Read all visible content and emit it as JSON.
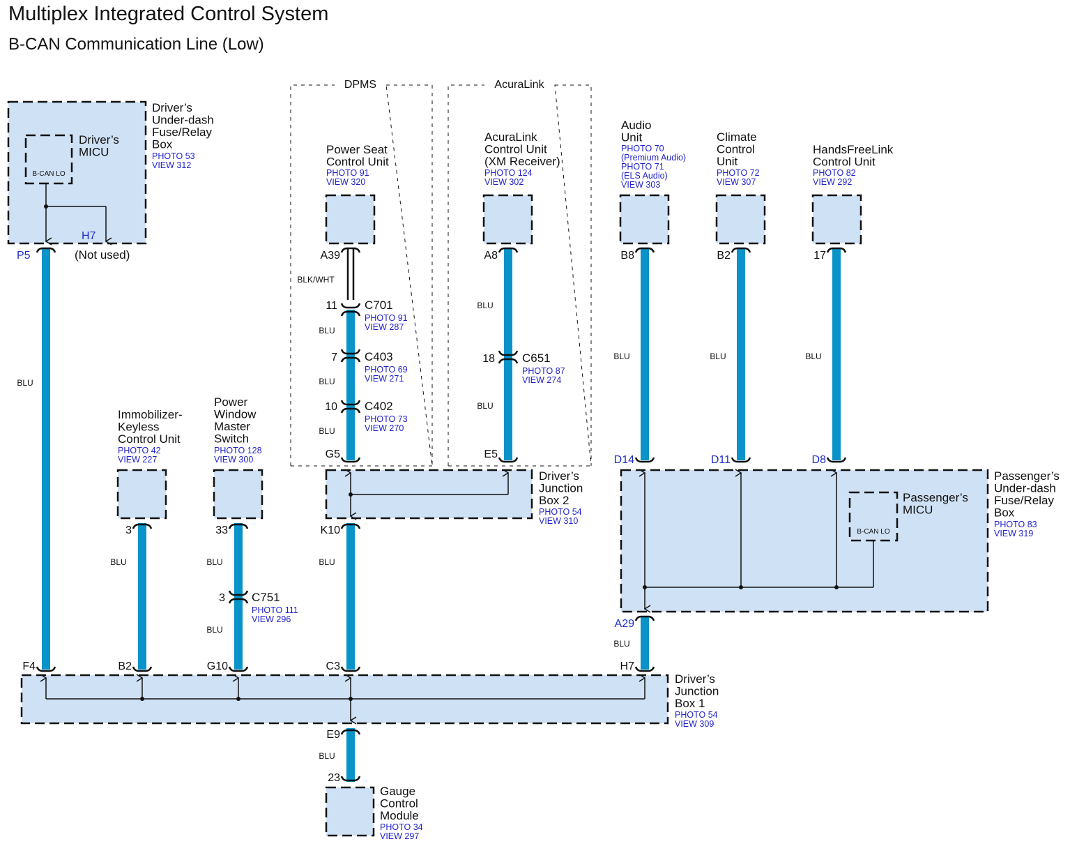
{
  "header": {
    "title": "Multiplex Integrated Control System",
    "subtitle": "B-CAN Communication Line (Low)"
  },
  "colors": {
    "wire_blu": "#0a93c8",
    "box_fill": "#cfe1f4",
    "ref_text": "#2222cc",
    "pin_blue": "#1e2ec8"
  },
  "groups": {
    "dpms": "DPMS",
    "acuralink": "AcuraLink"
  },
  "components": {
    "drivers_fuse_box": {
      "lines": [
        "Driver’s",
        "Under-dash",
        "Fuse/Relay",
        "Box"
      ],
      "refs": [
        "PHOTO 53",
        "VIEW 312"
      ]
    },
    "drivers_micu": {
      "lines": [
        "Driver’s",
        "MICU"
      ],
      "terminal": "B-CAN LO",
      "pin_used": "P5",
      "pin_unused": "H7",
      "unused_note": "(Not used)"
    },
    "power_seat": {
      "lines": [
        "Power Seat",
        "Control Unit"
      ],
      "refs": [
        "PHOTO 91",
        "VIEW 320"
      ]
    },
    "acuralink_unit": {
      "lines": [
        "AcuraLink",
        "Control Unit",
        "(XM Receiver)"
      ],
      "refs": [
        "PHOTO 124",
        "VIEW 302"
      ]
    },
    "audio_unit": {
      "lines": [
        "Audio",
        "Unit"
      ],
      "refs": [
        "PHOTO 70",
        "(Premium Audio)",
        "PHOTO 71",
        "(ELS Audio)",
        "VIEW 303"
      ]
    },
    "climate_unit": {
      "lines": [
        "Climate",
        "Control",
        "Unit"
      ],
      "refs": [
        "PHOTO 72",
        "VIEW 307"
      ]
    },
    "handsfree_unit": {
      "lines": [
        "HandsFreeLink",
        "Control Unit"
      ],
      "refs": [
        "PHOTO 82",
        "VIEW 292"
      ]
    },
    "immobilizer": {
      "lines": [
        "Immobilizer-",
        "Keyless",
        "Control Unit"
      ],
      "refs": [
        "PHOTO 42",
        "VIEW 227"
      ]
    },
    "power_window": {
      "lines": [
        "Power",
        "Window",
        "Master",
        "Switch"
      ],
      "refs": [
        "PHOTO 128",
        "VIEW 300"
      ]
    },
    "junction_box_2": {
      "lines": [
        "Driver’s",
        "Junction",
        "Box 2"
      ],
      "refs": [
        "PHOTO 54",
        "VIEW 310"
      ]
    },
    "passenger_fuse_box": {
      "lines": [
        "Passenger’s",
        "Under-dash",
        "Fuse/Relay",
        "Box"
      ],
      "refs": [
        "PHOTO 83",
        "VIEW 319"
      ]
    },
    "passenger_micu": {
      "lines": [
        "Passenger’s",
        "MICU"
      ],
      "terminal": "B-CAN LO"
    },
    "junction_box_1": {
      "lines": [
        "Driver’s",
        "Junction",
        "Box 1"
      ],
      "refs": [
        "PHOTO 54",
        "VIEW 309"
      ]
    },
    "gauge_module": {
      "lines": [
        "Gauge",
        "Control",
        "Module"
      ],
      "refs": [
        "PHOTO 34",
        "VIEW 297"
      ]
    }
  },
  "connectors": {
    "c701": {
      "name": "C701",
      "pin": "11",
      "refs": [
        "PHOTO 91",
        "VIEW 287"
      ]
    },
    "c403": {
      "name": "C403",
      "pin": "7",
      "refs": [
        "PHOTO 69",
        "VIEW 271"
      ]
    },
    "c402": {
      "name": "C402",
      "pin": "10",
      "refs": [
        "PHOTO 73",
        "VIEW 270"
      ]
    },
    "c651": {
      "name": "C651",
      "pin": "18",
      "refs": [
        "PHOTO 87",
        "VIEW 274"
      ]
    },
    "c751": {
      "name": "C751",
      "pin": "3",
      "refs": [
        "PHOTO 111",
        "VIEW 296"
      ]
    }
  },
  "pins": {
    "power_seat_out": "A39",
    "jb2_g5": "G5",
    "acuralink_out": "A8",
    "jb2_e5": "E5",
    "jb2_k10": "K10",
    "audio_out": "B8",
    "climate_out": "B2",
    "handsfree_out": "17",
    "pfb_d14": "D14",
    "pfb_d11": "D11",
    "pfb_d8": "D8",
    "pfb_a29": "A29",
    "immobilizer_out": "3",
    "power_window_out": "33",
    "jb1_f4": "F4",
    "jb1_b2": "B2",
    "jb1_g10": "G10",
    "jb1_c3": "C3",
    "jb1_h7": "H7",
    "jb1_e9": "E9",
    "gauge_in": "23"
  },
  "wire_colors": {
    "blu": "BLU",
    "blk_wht": "BLK/WHT"
  }
}
